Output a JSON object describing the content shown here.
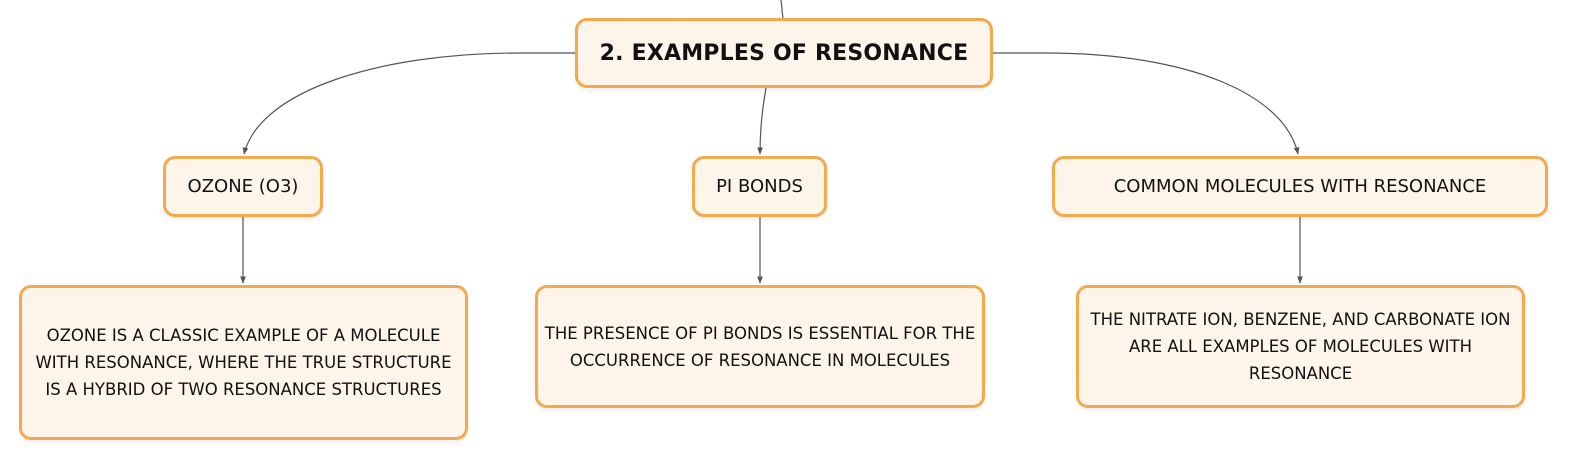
{
  "colors": {
    "node_fill": "#fdf4ea",
    "node_border": "#f3a94d",
    "edge": "#555555"
  },
  "root": {
    "label": "2. EXAMPLES OF RESONANCE"
  },
  "branches": [
    {
      "label": "OZONE (O3)",
      "detail": "OZONE IS A CLASSIC EXAMPLE OF A MOLECULE WITH RESONANCE, WHERE THE TRUE STRUCTURE IS A HYBRID OF TWO RESONANCE STRUCTURES"
    },
    {
      "label": "PI BONDS",
      "detail": "THE PRESENCE OF PI BONDS IS ESSENTIAL FOR THE OCCURRENCE OF RESONANCE IN MOLECULES"
    },
    {
      "label": "COMMON MOLECULES WITH RESONANCE",
      "detail": "THE NITRATE ION, BENZENE, AND CARBONATE ION ARE ALL EXAMPLES OF MOLECULES WITH RESONANCE"
    }
  ]
}
